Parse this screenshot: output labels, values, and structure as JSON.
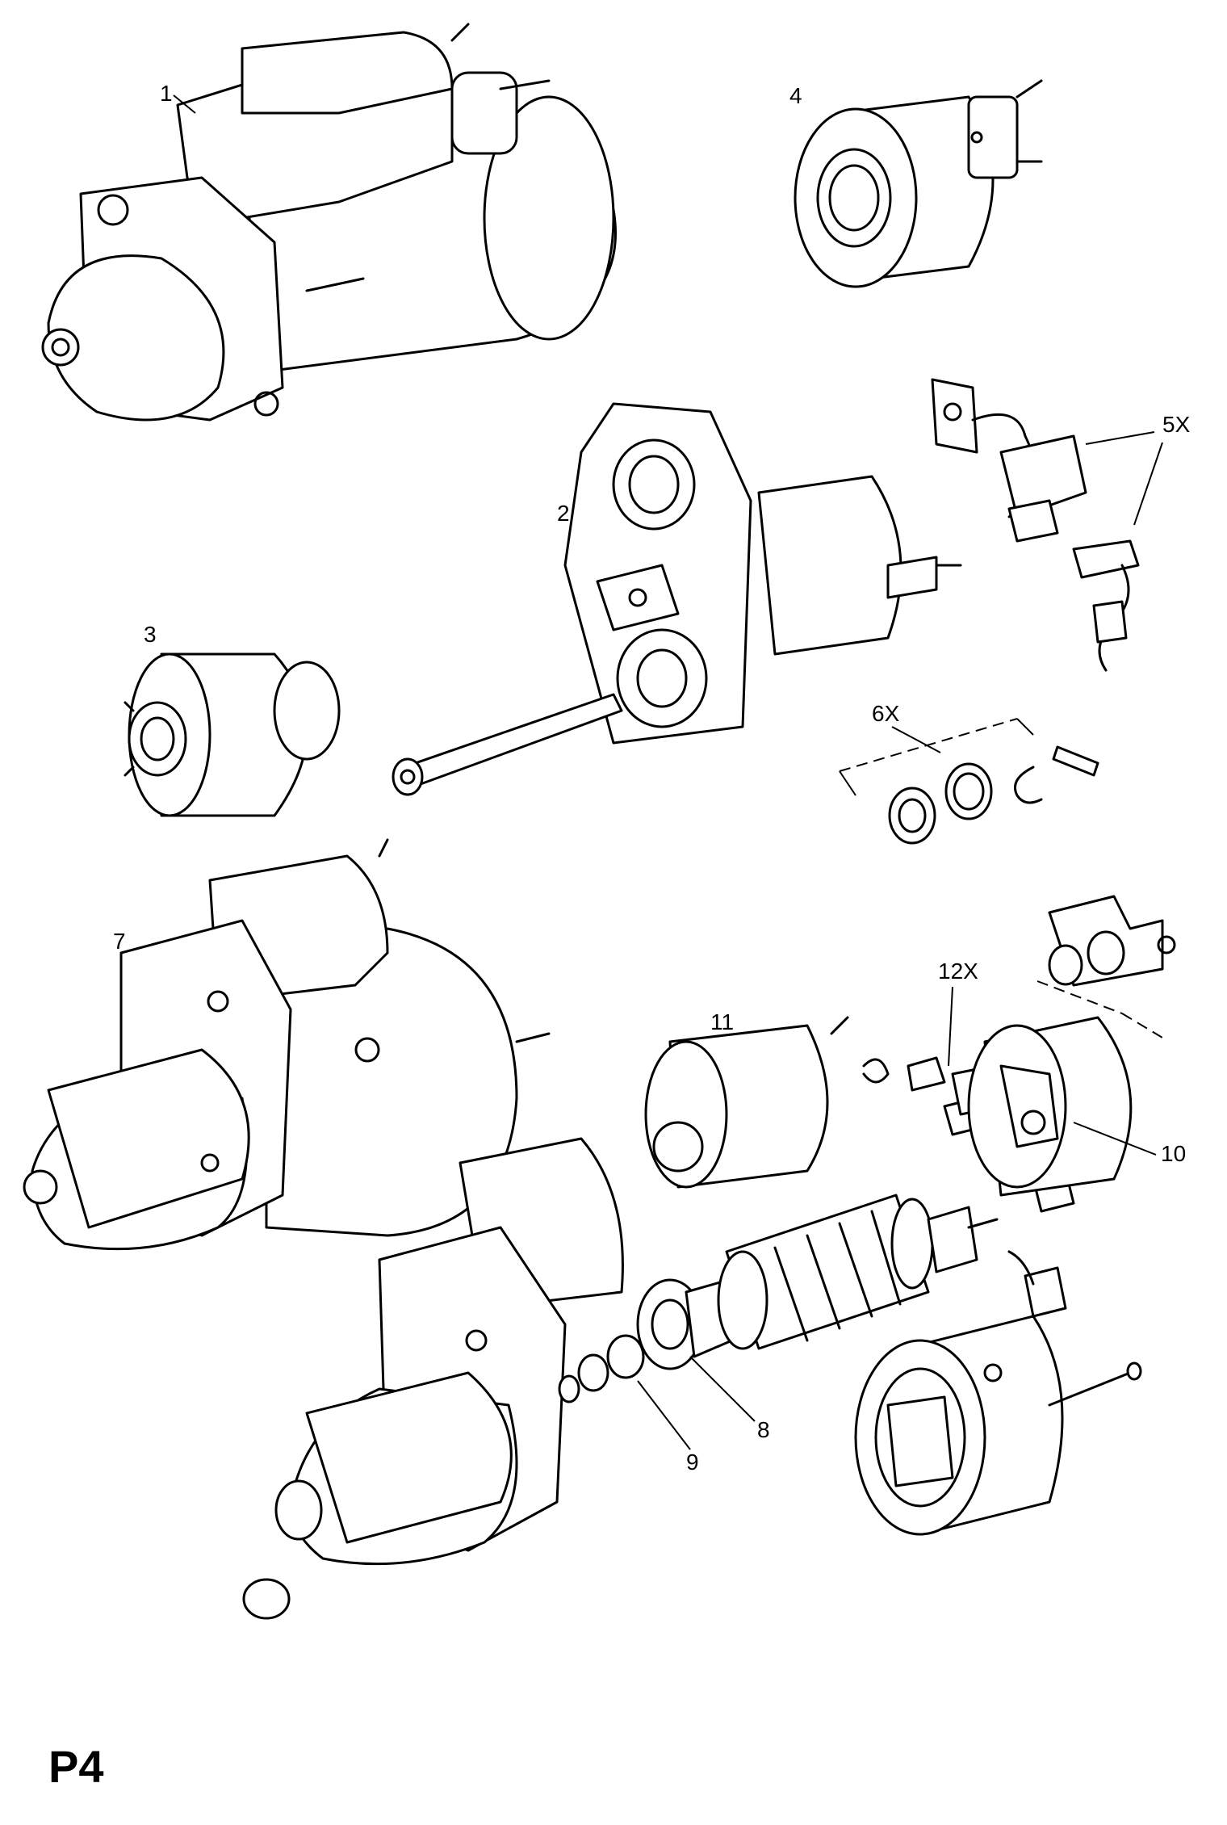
{
  "callouts": {
    "c1": "1",
    "c2": "2",
    "c3": "3",
    "c4": "4",
    "c5x": "5X",
    "c6x": "6X",
    "c7": "7",
    "c8": "8",
    "c9": "9",
    "c10": "10",
    "c11": "11",
    "c12x": "12X"
  },
  "page_code": "P4"
}
